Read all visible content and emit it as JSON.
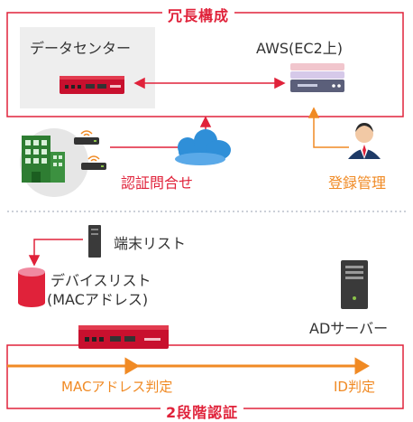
{
  "redundancy": {
    "title": "冗長構成",
    "datacenter_label": "データセンター",
    "aws_label": "AWS(EC2上)"
  },
  "flow": {
    "auth_query_label": "認証問合せ",
    "registration_label": "登録管理"
  },
  "lower": {
    "terminal_list_label": "端末リスト",
    "device_list_label_line1": "デバイスリスト",
    "device_list_label_line2": "(MACアドレス)",
    "ad_server_label": "ADサーバー"
  },
  "two_step": {
    "title": "2段階認証",
    "mac_check_label": "MACアドレス判定",
    "id_check_label": "ID判定"
  },
  "colors": {
    "red": "#e0223a",
    "orange": "#f08a24",
    "gray_panel": "#eeeeee",
    "device_red": "#c8102e"
  }
}
